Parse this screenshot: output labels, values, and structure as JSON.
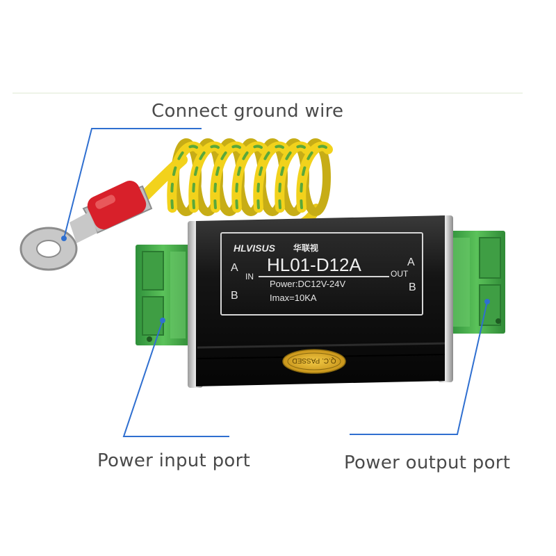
{
  "captions": {
    "ground": "Connect ground wire",
    "input": "Power input port",
    "output": "Power output port"
  },
  "device": {
    "brand": "HLVISUS",
    "brand_cn": "华联视",
    "model": "HL01-D12A",
    "power": "Power:DC12V-24V",
    "imax": "Imax=10KA",
    "in_label": "IN",
    "out_label": "OUT",
    "terminal_a": "A",
    "terminal_b": "B",
    "qc_label": "Q.C. PASSED"
  },
  "colors": {
    "callout_line": "#2f6fd0",
    "caption": "#4a4a4a",
    "body": "#1a1a1a",
    "plate": "#dcdcdc",
    "terminal": "#4fb04a",
    "wire_yellow": "#f2d21c",
    "wire_green": "#5aa83a",
    "lug_sleeve": "#d8202a",
    "lug_metal": "#c8c8c8",
    "qc_sticker": "#e3b52e"
  }
}
